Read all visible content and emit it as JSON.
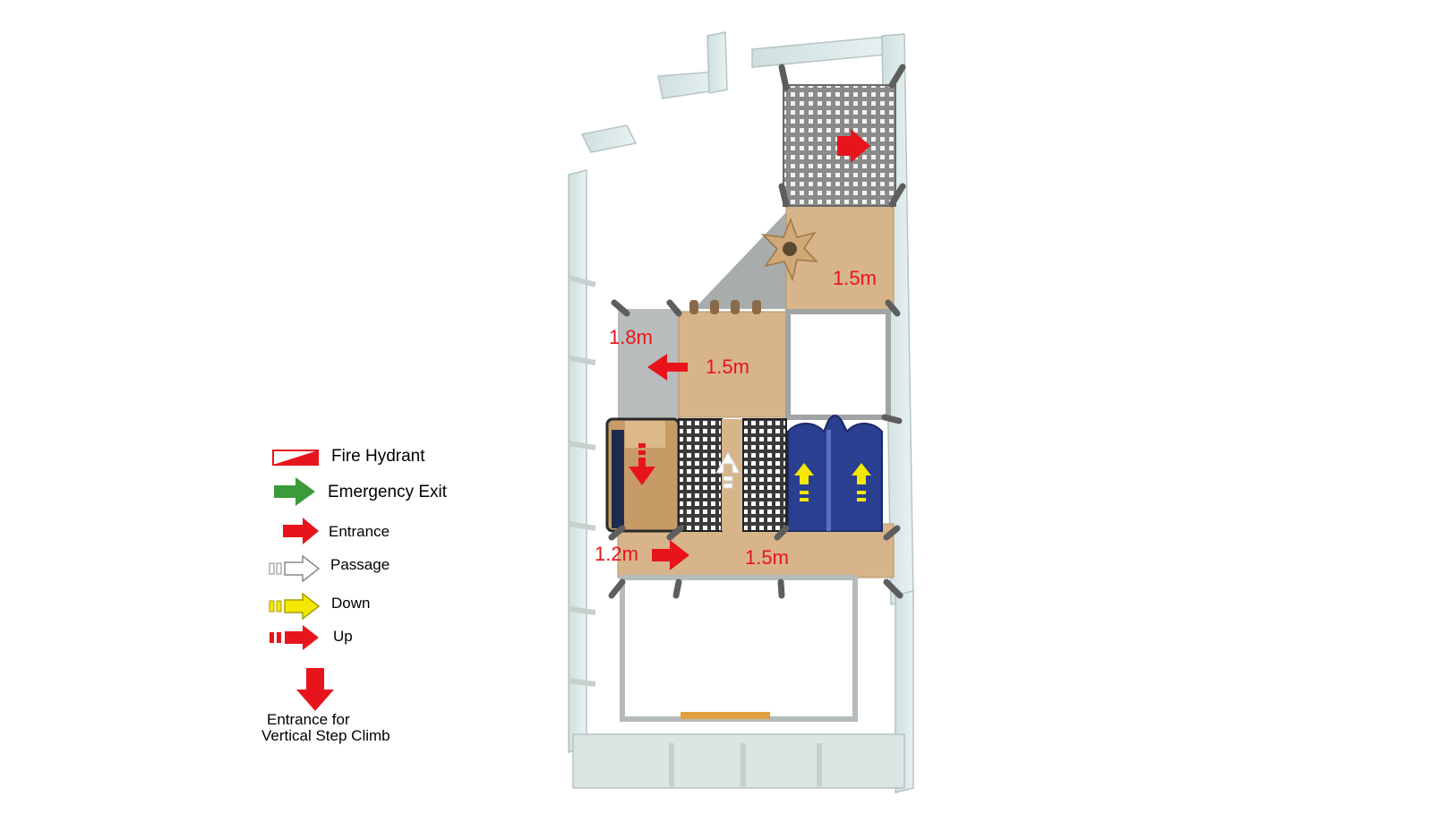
{
  "legend": [
    {
      "key": "fire-hydrant",
      "label": "Fire Hydrant",
      "icon": "fire-hydrant-icon",
      "color": "#e8141c"
    },
    {
      "key": "emergency-exit",
      "label": "Emergency Exit",
      "icon": "emergency-exit-arrow-icon",
      "color": "#3c9a3a"
    },
    {
      "key": "entrance",
      "label": "Entrance",
      "icon": "entrance-arrow-icon",
      "color": "#e8141c"
    },
    {
      "key": "passage",
      "label": "Passage",
      "icon": "passage-arrow-icon",
      "color": "#ffffff"
    },
    {
      "key": "down",
      "label": "Down",
      "icon": "down-arrow-icon",
      "color": "#f4e800"
    },
    {
      "key": "up",
      "label": "Up",
      "icon": "up-arrow-icon",
      "color": "#e8141c"
    }
  ],
  "vertical_step_climb": {
    "line1": "Entrance for",
    "line2": "Vertical Step Climb",
    "icon": "vertical-entrance-arrow-icon",
    "color": "#e8141c"
  },
  "diagram": {
    "heights": {
      "top_platform": "1.5m",
      "left_slide": "1.8m",
      "middle_platform": "1.5m",
      "bottom_left": "1.2m",
      "bottom_platform": "1.5m"
    },
    "colors": {
      "deck": "#d8b48a",
      "slide_blue": "#2a3f8f",
      "glass": "#d7e6e6",
      "frame": "#b9bcbc",
      "post": "#6b6b6b",
      "mesh": "#3a3a3a"
    }
  }
}
